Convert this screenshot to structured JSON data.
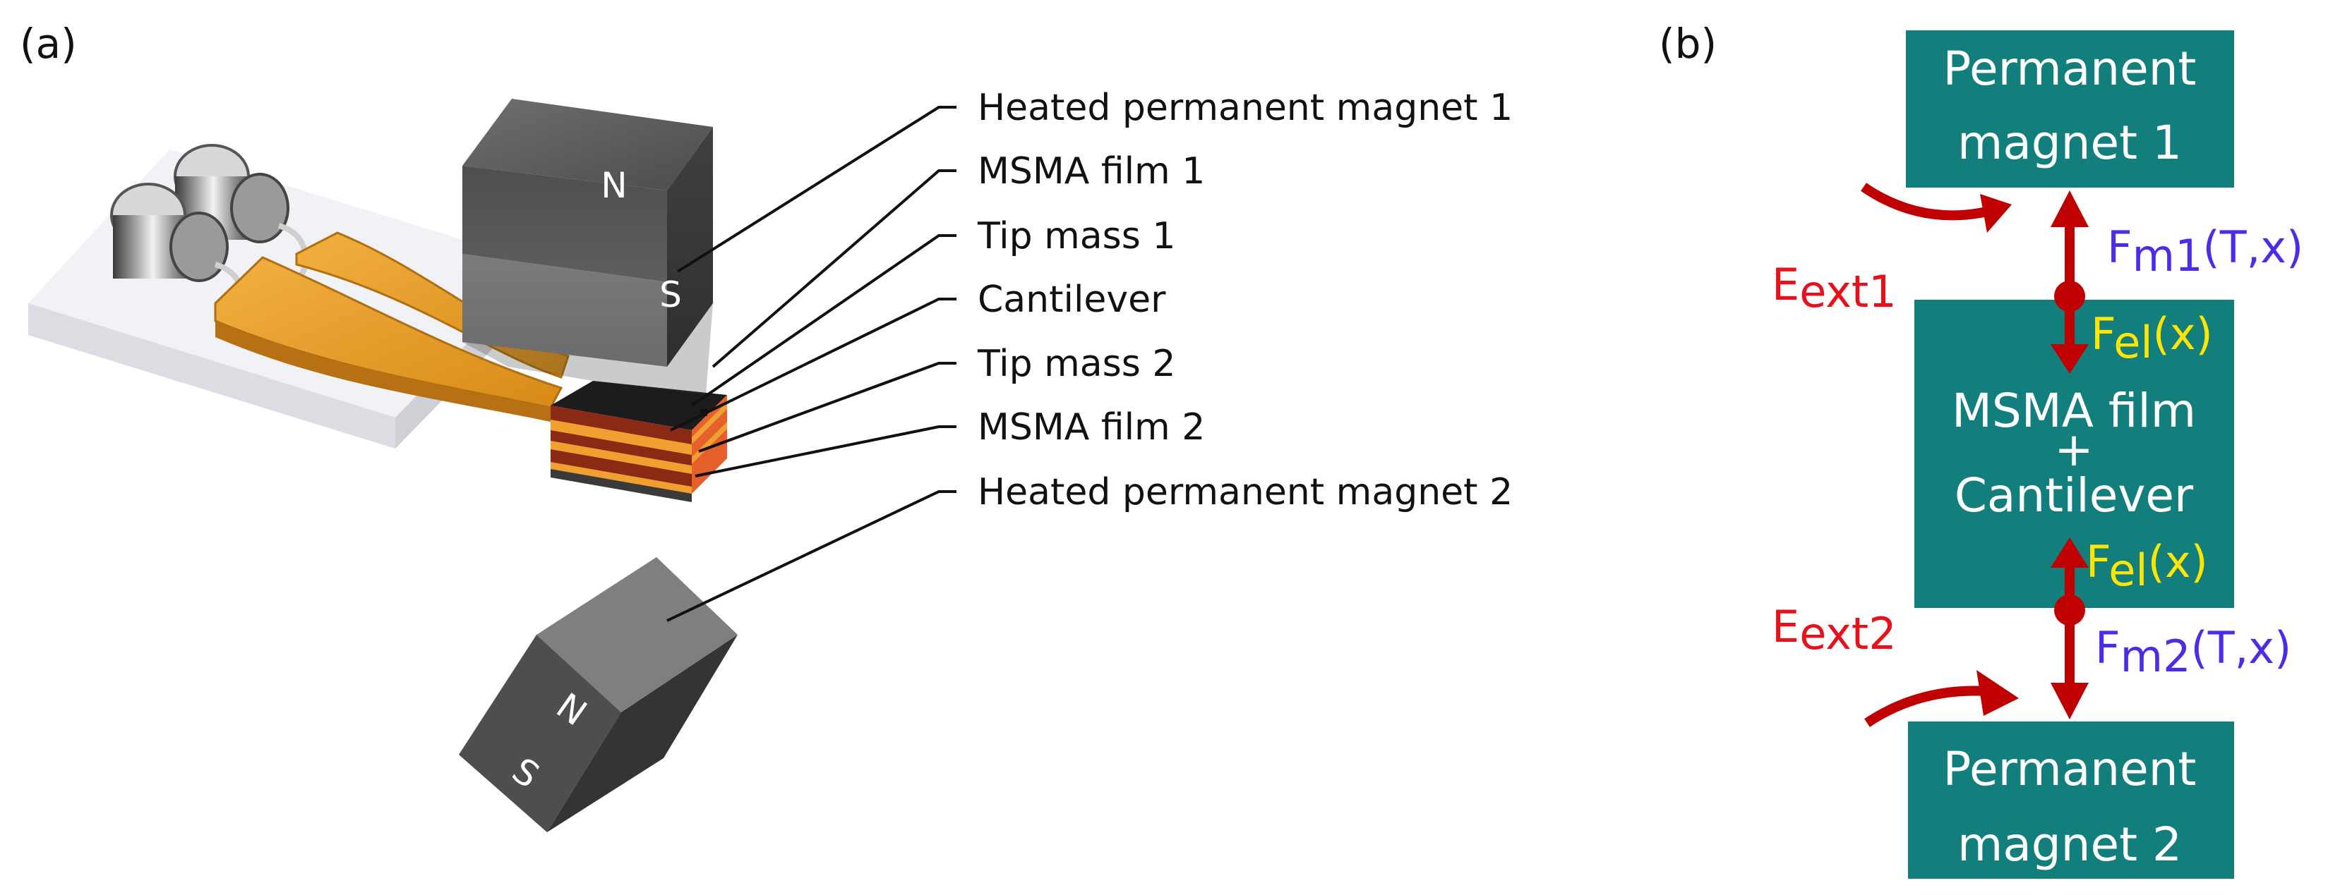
{
  "panel_a": {
    "label": "(a)",
    "callouts": [
      "Heated permanent magnet 1",
      "MSMA film 1",
      "Tip mass 1",
      "Cantilever",
      "Tip mass 2",
      "MSMA film 2",
      "Heated permanent magnet 2"
    ],
    "magnet1_poles": [
      "N",
      "S"
    ],
    "magnet2_poles": [
      "N",
      "S"
    ]
  },
  "panel_b": {
    "label": "(b)",
    "box_top": [
      "Permanent",
      "magnet 1"
    ],
    "box_middle": [
      "MSMA film",
      "+",
      "Cantilever"
    ],
    "box_bottom": [
      "Permanent",
      "magnet 2"
    ],
    "e_ext1": {
      "main": "E",
      "sub": "ext1"
    },
    "e_ext2": {
      "main": "E",
      "sub": "ext2"
    },
    "fm1": {
      "main": "F",
      "sub": "m1",
      "args": "(T,x)"
    },
    "fm2": {
      "main": "F",
      "sub": "m2",
      "args": "(T,x)"
    },
    "fel_top": {
      "main": "F",
      "sub": "el",
      "args": "(x)"
    },
    "fel_bottom": {
      "main": "F",
      "sub": "el",
      "args": "(x)"
    }
  },
  "colors": {
    "box_teal": "#137f7c",
    "arrow_red": "#c00000",
    "label_red": "#e8101a",
    "label_blue": "#4a2de8",
    "label_yellow": "#ffe600",
    "cantilever_orange": "#e59a28",
    "magnet_gray": "#5a5b5c"
  }
}
